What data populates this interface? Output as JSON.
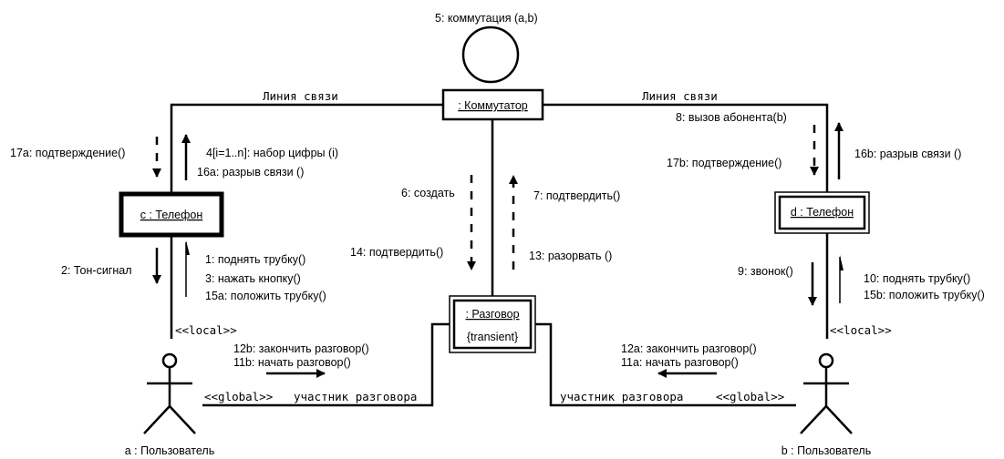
{
  "objects": {
    "switch": ": Коммутатор",
    "phone_c": "c : Телефон",
    "phone_d": "d : Телефон",
    "conversation": ": Разговор",
    "conversation_prop": "{transient}",
    "user_a": "a : Пользователь",
    "user_b": "b : Пользователь"
  },
  "self_message": "5: коммутация (a,b)",
  "links": {
    "left_top": "Линия связи",
    "right_top": "Линия связи",
    "local_left": "<<local>>",
    "local_right": "<<local>>",
    "global_left_stereo": "<<global>>",
    "global_left_role": "участник разговора",
    "global_right_role": "участник разговора",
    "global_right_stereo": "<<global>>"
  },
  "messages": {
    "m17a": "17a: подтверждение()",
    "m4": "4[i=1..n]: набор цифры (i)",
    "m16a": "16a: разрыв связи ()",
    "m2": "2: Тон-сигнал",
    "m1": "1: поднять трубку()",
    "m3": "3: нажать кнопку()",
    "m15a": "15a: положить трубку()",
    "m6": "6: создать",
    "m14": "14: подтвердить()",
    "m7": "7: подтвердить()",
    "m13": "13: разорвать ()",
    "m8": "8: вызов абонента(b)",
    "m17b": "17b: подтверждение()",
    "m16b": "16b: разрыв связи ()",
    "m9": "9: звонок()",
    "m10": "10: поднять трубку()",
    "m15b": "15b: положить трубку()",
    "m12b": "12b: закончить разговор()",
    "m11b": "11b: начать разговор()",
    "m12a": "12a: закончить разговор()",
    "m11a": "11a: начать разговор()"
  }
}
